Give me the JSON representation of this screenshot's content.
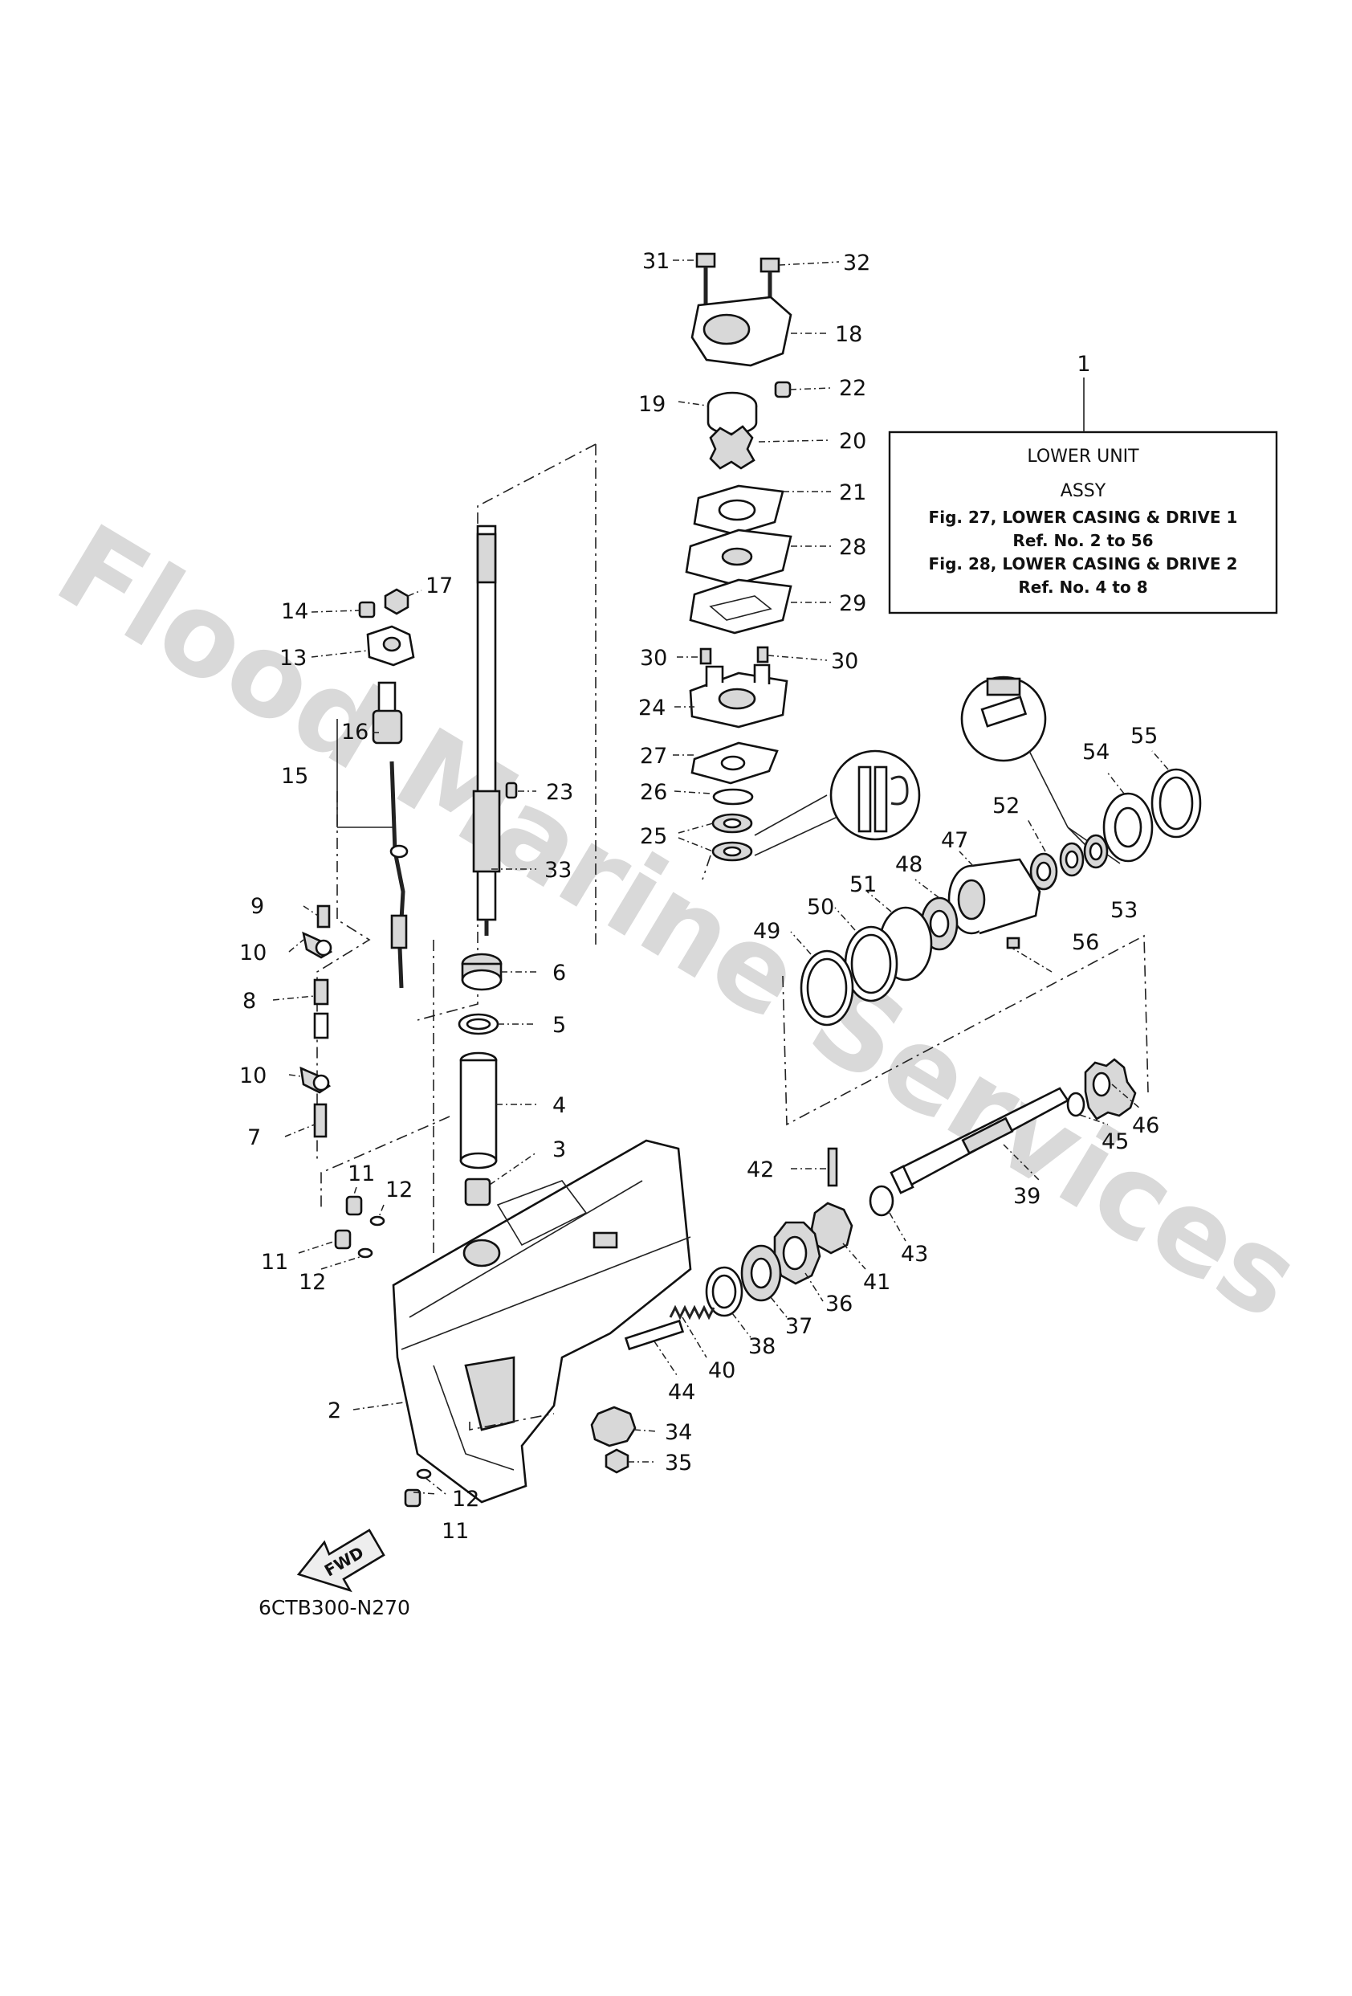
{
  "watermark": "Flood Marine Services",
  "figure_code": "6CTB300-N270",
  "fwd_label": "FWD",
  "info_box": {
    "ref_no": "1",
    "title_line1": "LOWER UNIT",
    "title_line2": "ASSY",
    "line3": "Fig. 27, LOWER CASING & DRIVE 1",
    "line4": "Ref. No. 2 to 56",
    "line5": "Fig. 28, LOWER CASING & DRIVE 2",
    "line6": "Ref. No. 4 to 8"
  },
  "callouts": [
    "2",
    "3",
    "4",
    "5",
    "6",
    "7",
    "8",
    "9",
    "10",
    "10",
    "11",
    "11",
    "11",
    "12",
    "12",
    "12",
    "13",
    "14",
    "15",
    "16",
    "17",
    "18",
    "19",
    "20",
    "21",
    "22",
    "23",
    "24",
    "25",
    "26",
    "27",
    "28",
    "29",
    "30",
    "30",
    "31",
    "32",
    "33",
    "34",
    "35",
    "36",
    "37",
    "38",
    "39",
    "40",
    "41",
    "42",
    "43",
    "44",
    "45",
    "46",
    "47",
    "48",
    "49",
    "50",
    "51",
    "52",
    "53",
    "54",
    "55",
    "56"
  ]
}
